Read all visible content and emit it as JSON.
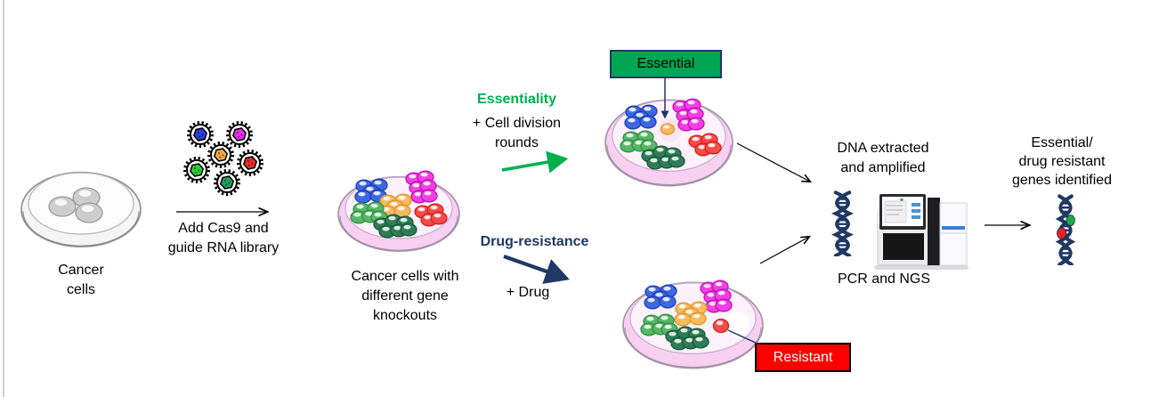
{
  "colors": {
    "essential_box": "#00A651",
    "resistant_box": "#FF0000",
    "essentiality_text": "#00B050",
    "drug_resistance_text": "#1F3864",
    "dna_icon_navy": "#1F3864",
    "green_arrow": "#00B050",
    "navy_arrow": "#1F3864",
    "dish_pink": "#F8D0F1",
    "cell_blue": "#3E68E0",
    "cell_magenta": "#F23FE3",
    "cell_orange": "#F6BA60",
    "cell_green_light": "#57B867",
    "cell_green_dark": "#2E7D57",
    "cell_red": "#F64B4B",
    "cell_gray": "#CDCDCD",
    "result_dot_green": "#1DA94A",
    "result_dot_red": "#E32222"
  },
  "stage_cancer_cells": {
    "label": [
      "Cancer",
      "cells"
    ]
  },
  "step_add_cas9": {
    "label": [
      "Add Cas9 and",
      "guide RNA library"
    ]
  },
  "stage_knockouts": {
    "label": [
      "Cancer cells with",
      "different gene",
      "knockouts"
    ]
  },
  "branch_essentiality": {
    "title": "Essentiality",
    "subtitle": [
      "+ Cell division",
      "rounds"
    ]
  },
  "branch_drug_resistance": {
    "title": "Drug-resistance",
    "subtitle": "+ Drug"
  },
  "tag_essential": "Essential",
  "tag_resistant": "Resistant",
  "sequencing": {
    "label": [
      "DNA extracted",
      "and amplified"
    ],
    "caption": "PCR and NGS"
  },
  "result": {
    "label": [
      "Essential/",
      "drug resistant",
      "genes identified"
    ]
  }
}
